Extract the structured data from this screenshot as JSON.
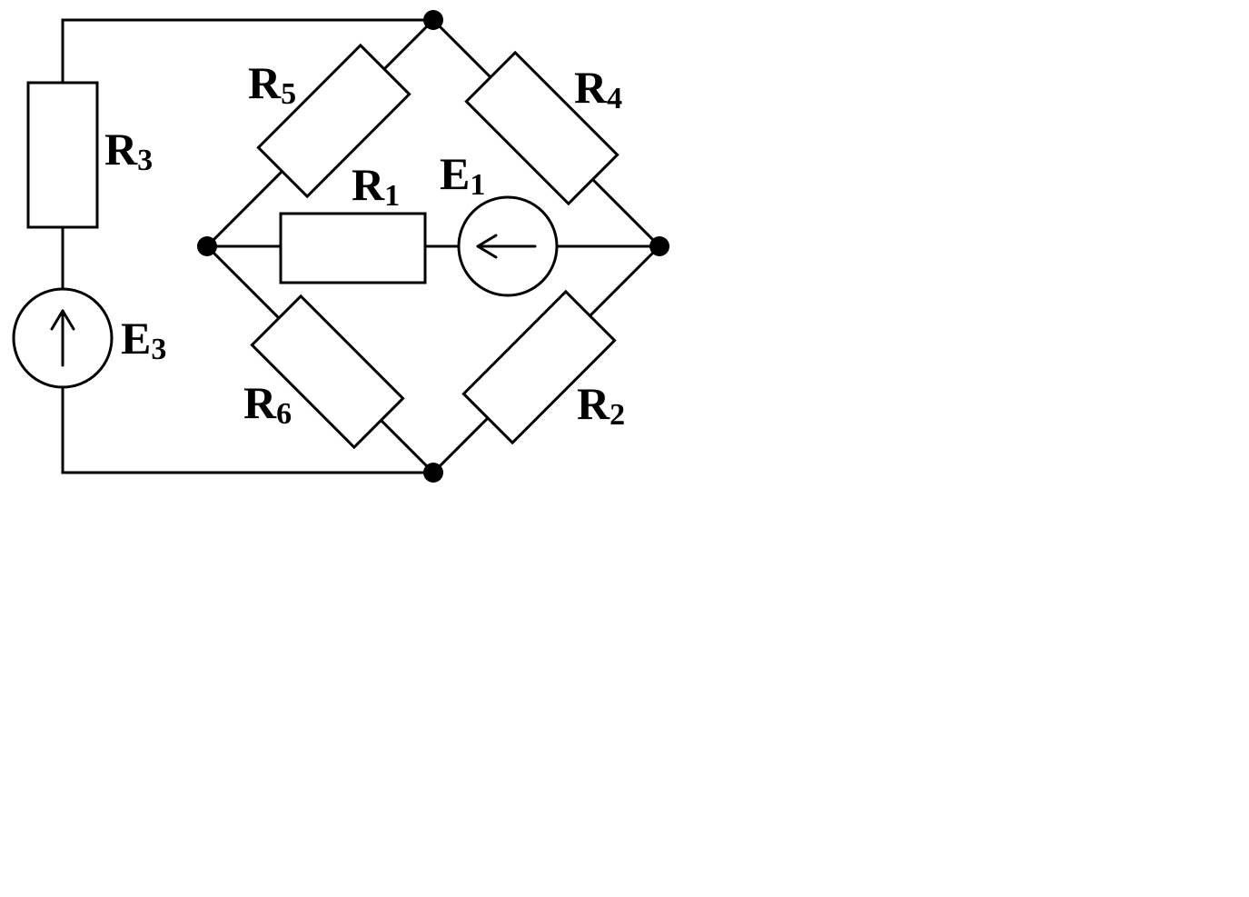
{
  "labels": {
    "R5": {
      "main": "R",
      "sub": "5"
    },
    "R4": {
      "main": "R",
      "sub": "4"
    },
    "R3": {
      "main": "R",
      "sub": "3"
    },
    "R1": {
      "main": "R",
      "sub": "1"
    },
    "E1": {
      "main": "E",
      "sub": "1"
    },
    "E3": {
      "main": "E",
      "sub": "3"
    },
    "R6": {
      "main": "R",
      "sub": "6"
    },
    "R2": {
      "main": "R",
      "sub": "2"
    }
  }
}
